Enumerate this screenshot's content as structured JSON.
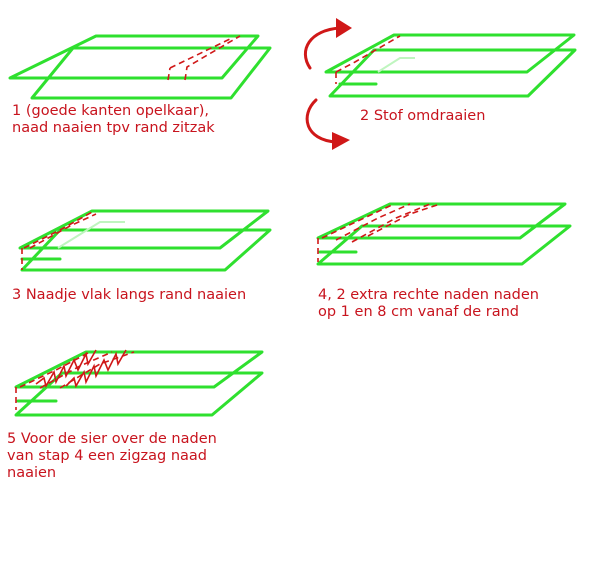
{
  "steps": [
    {
      "number": "1",
      "lines": [
        "1 (goede kanten opelkaar),",
        "naad naaien tpv rand zitzak"
      ]
    },
    {
      "number": "2",
      "lines": [
        "2 Stof omdraaien"
      ]
    },
    {
      "number": "3",
      "lines": [
        "3 Naadje vlak langs rand naaien"
      ]
    },
    {
      "number": "4",
      "lines": [
        "4, 2 extra rechte naden naden",
        "op 1 en 8 cm vanaf de rand"
      ]
    },
    {
      "number": "5",
      "lines": [
        "5 Voor de sier over de naden",
        "van stap 4 een zigzag naad",
        "naaien"
      ]
    }
  ],
  "colors": {
    "fabric_outline": "#2fe02f",
    "seam": "#d01818",
    "caption_text": "#c8141e",
    "background": "#ffffff"
  },
  "icons": [
    "flip-arrow-top-icon",
    "flip-arrow-bottom-icon"
  ]
}
